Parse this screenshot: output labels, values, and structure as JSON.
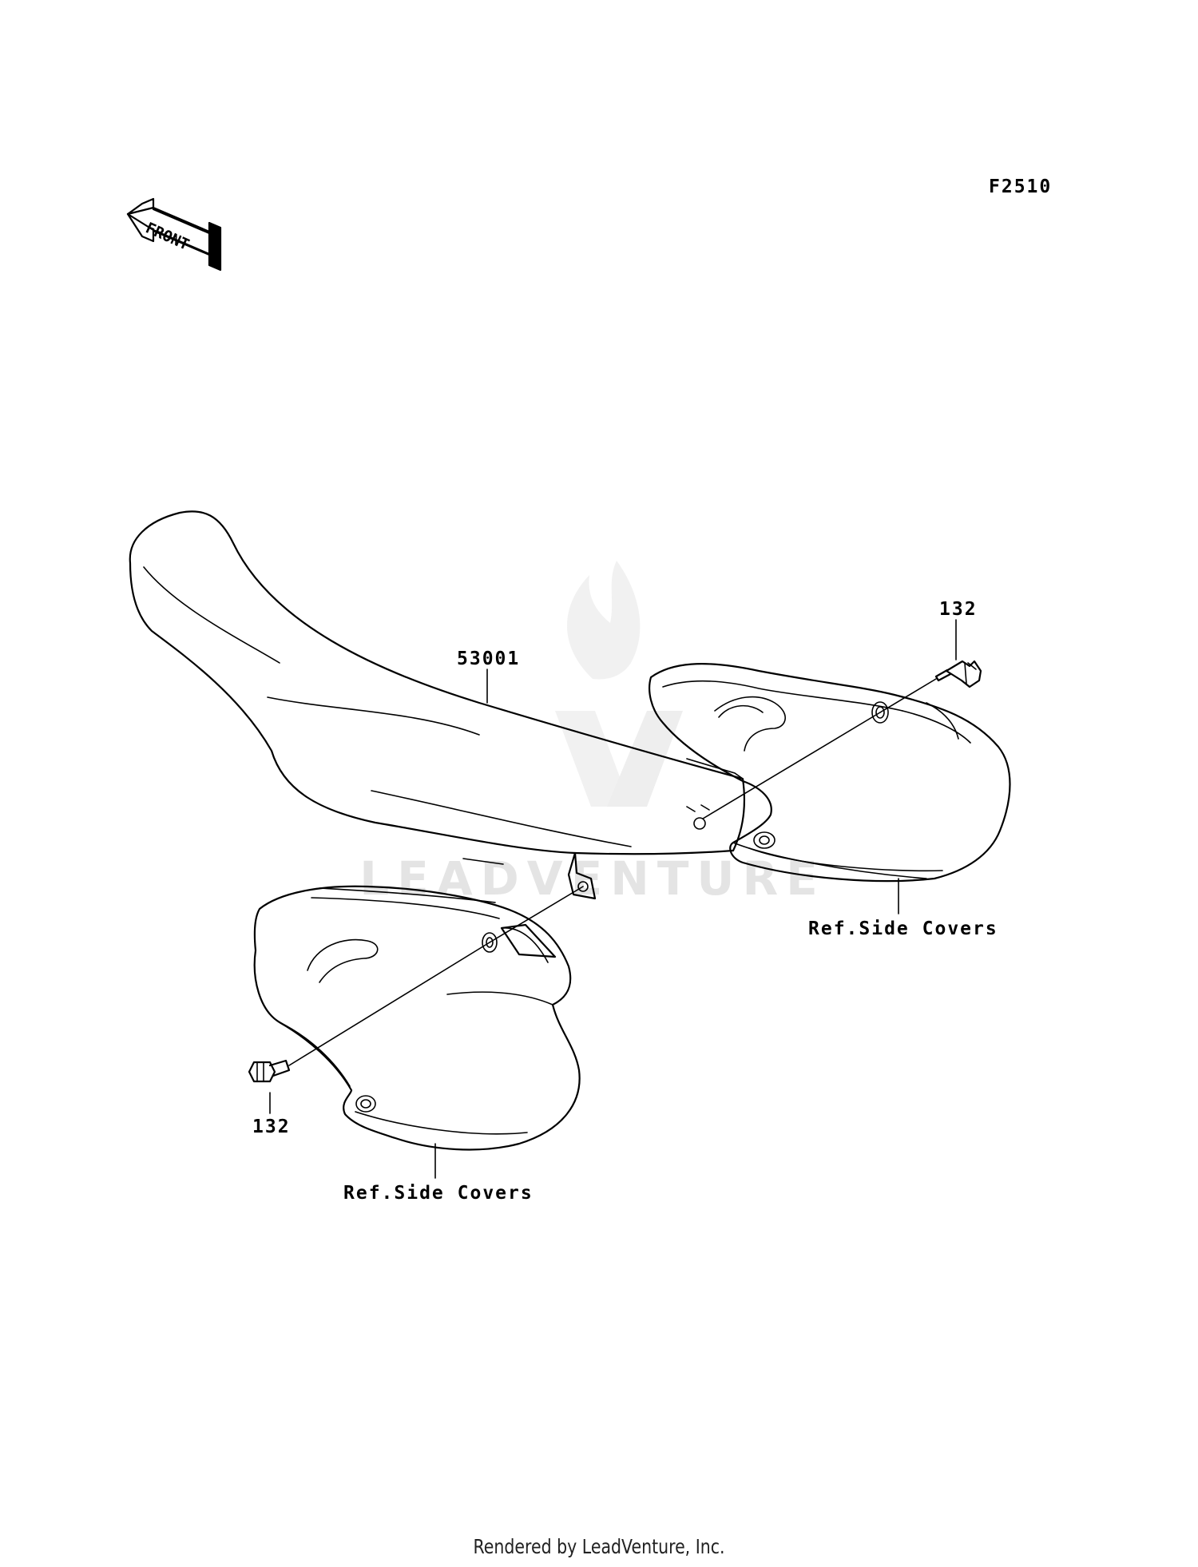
{
  "diagram_code": "F2510",
  "front_arrow": {
    "label": "FRONT"
  },
  "watermark": {
    "text": "LEADVENTURE"
  },
  "callouts": [
    {
      "id": "seat",
      "label": "53001"
    },
    {
      "id": "bolt-right",
      "label": "132"
    },
    {
      "id": "bolt-left",
      "label": "132"
    },
    {
      "id": "ref-right",
      "label": "Ref.Side Covers"
    },
    {
      "id": "ref-left",
      "label": "Ref.Side Covers"
    }
  ],
  "footer": "Rendered by LeadVenture, Inc."
}
